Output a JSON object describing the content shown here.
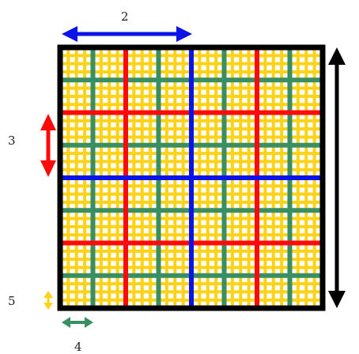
{
  "labels": {
    "top": "2",
    "left": "3",
    "bottom_left": "5",
    "bottom": "4"
  },
  "colors": {
    "frame": "#000000",
    "yellow": "#ffd21a",
    "green": "#3a8f62",
    "red": "#ff0a0a",
    "blue": "#0a14e6",
    "black_arrow": "#000000"
  },
  "grid": {
    "divisions": 32,
    "yellow_every": 1,
    "green_every": 4,
    "red_every": 8,
    "blue_every": 16
  }
}
